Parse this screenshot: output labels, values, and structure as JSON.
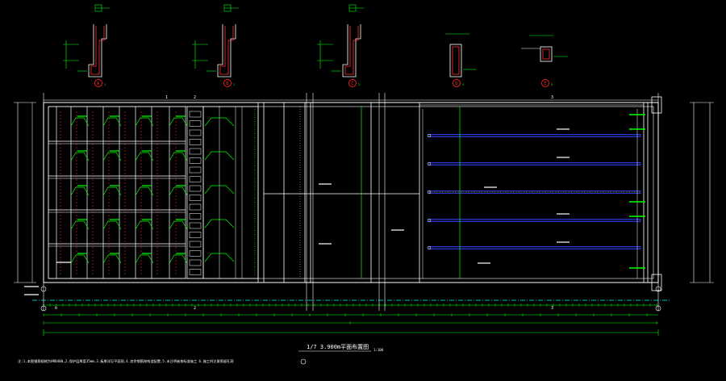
{
  "drawing": {
    "plan_title": "1/7 3.900m平面布置图",
    "scale_note": "1:100",
    "notes_line": "注:1.本图钢筋规格为HRB400,2.保护层厚度35mm,3.板厚详见平面图,4.其余钢筋按构造配置,5.未注明者按标准施工 6.施工时注意预留孔洞 ",
    "colors": {
      "background": "#000000",
      "outline": "#ffffff",
      "dim": "#00ff00",
      "axis": "#00ffff",
      "rebar": "#ff3333",
      "blue": "#3344ff",
      "callout": "#ff2020",
      "yellow": "#ffff00"
    }
  },
  "section_details": [
    {
      "id": "A",
      "bubble": "1"
    },
    {
      "id": "B",
      "bubble": "2"
    },
    {
      "id": "C",
      "bubble": "3"
    },
    {
      "id": "D",
      "bubble": "4"
    },
    {
      "id": "E",
      "bubble": "5"
    }
  ],
  "grid_labels": {
    "top": [
      "1",
      "2",
      "3"
    ],
    "bottom": [
      "b",
      "2",
      "3"
    ]
  }
}
